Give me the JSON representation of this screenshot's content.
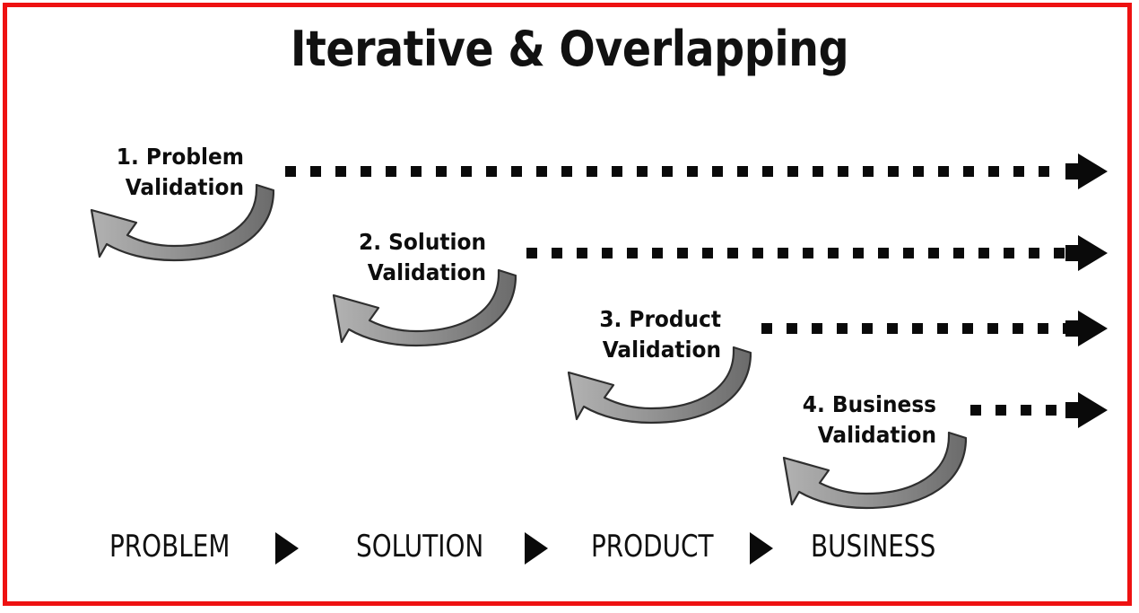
{
  "frame": {
    "border_color": "#ee1111",
    "background": "#ffffff"
  },
  "title": "Iterative & Overlapping",
  "stages": [
    {
      "index": "1",
      "label_line1": "1. Problem",
      "label_line2": "Validation",
      "loop_icon": "curved-loop-arrow-icon",
      "dash_count": 31,
      "arrow_icon": "dashed-right-arrow-icon"
    },
    {
      "index": "2",
      "label_line1": "2. Solution",
      "label_line2": "Validation",
      "loop_icon": "curved-loop-arrow-icon",
      "dash_count": 22,
      "arrow_icon": "dashed-right-arrow-icon"
    },
    {
      "index": "3",
      "label_line1": "3. Product",
      "label_line2": "Validation",
      "loop_icon": "curved-loop-arrow-icon",
      "dash_count": 13,
      "arrow_icon": "dashed-right-arrow-icon"
    },
    {
      "index": "4",
      "label_line1": "4. Business",
      "label_line2": "Validation",
      "loop_icon": "curved-loop-arrow-icon",
      "dash_count": 4,
      "arrow_icon": "dashed-right-arrow-icon"
    }
  ],
  "bottom_flow": {
    "steps": [
      "PROBLEM",
      "SOLUTION",
      "PRODUCT",
      "BUSINESS"
    ],
    "separator_icon": "triangle-right-icon"
  },
  "colors": {
    "frame_red": "#ee1111",
    "dash_black": "#0a0a0a",
    "text_black": "#111111",
    "loop_gradient_light": "#a9a9a9",
    "loop_gradient_dark": "#6b6b6b",
    "loop_outline": "#2a2a2a"
  }
}
